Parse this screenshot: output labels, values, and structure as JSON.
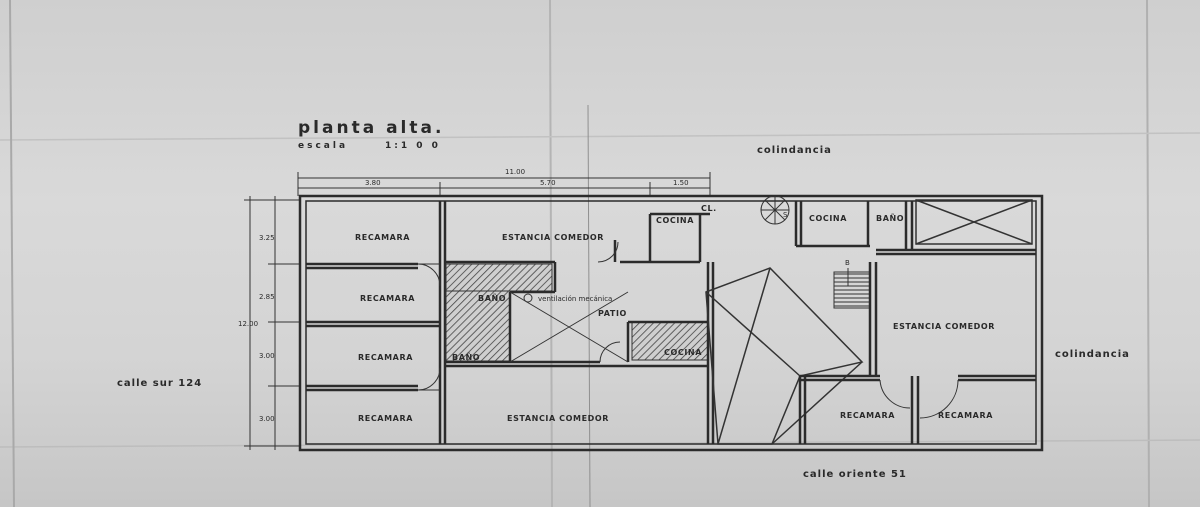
{
  "plan": {
    "title": "planta alta.",
    "scale_label": "escala",
    "scale_value": "1:1 0 0"
  },
  "streets": {
    "colindancia_top": "colindancia",
    "colindancia_right": "colindancia",
    "calle_sur": "calle sur 124",
    "calle_oriente": "calle oriente 51"
  },
  "dimensions": {
    "total_width": "11.00",
    "width_1": "3.80",
    "width_2": "5.70",
    "width_3": "1.50",
    "total_height": "12.00",
    "height_1": "3.25",
    "height_2": "2.85",
    "height_3": "3.00",
    "height_4": "3.00"
  },
  "rooms": {
    "recamara_1": "RECAMARA",
    "recamara_2": "RECAMARA",
    "recamara_3": "RECAMARA",
    "recamara_4": "RECAMARA",
    "estancia_1": "ESTANCIA COMEDOR",
    "estancia_2": "ESTANCIA COMEDOR",
    "estancia_3": "ESTANCIA COMEDOR",
    "cocina_1": "COCINA",
    "cocina_2": "COCINA",
    "cocina_3": "COCINA",
    "closet": "CL.",
    "bano_1": "BAÑO",
    "bano_2": "BAÑO",
    "bano_3": "BAÑO",
    "ventilacion": "ventilación mecánica",
    "patio": "PATIO",
    "recamara_5": "RECAMARA",
    "recamara_6": "RECAMARA",
    "stair_mark": "B",
    "spiral_mark": "S"
  }
}
